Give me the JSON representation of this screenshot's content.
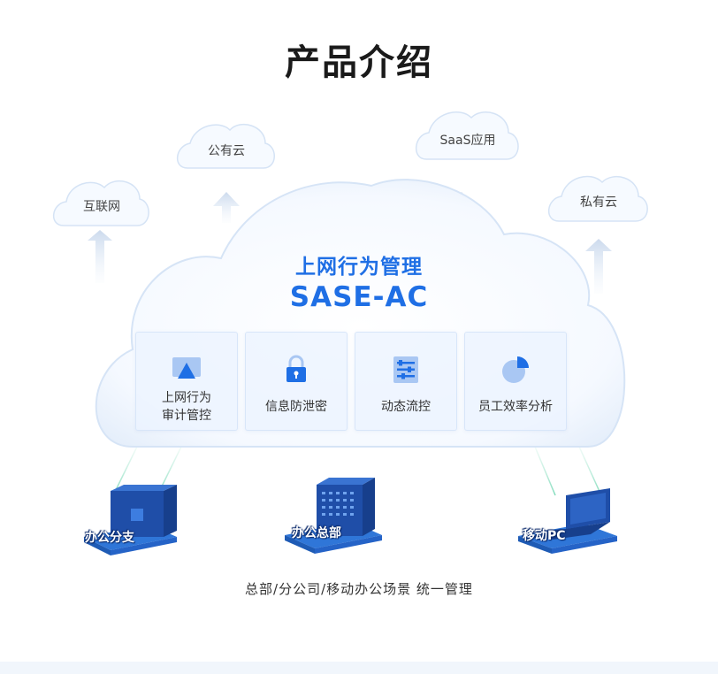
{
  "title": "产品介绍",
  "clouds": {
    "internet": "互联网",
    "public_cloud": "公有云",
    "saas": "SaaS应用",
    "private_cloud": "私有云"
  },
  "main": {
    "title": "上网行为管理",
    "subtitle": "SASE-AC"
  },
  "features": [
    {
      "line1": "上网行为",
      "line2": "审计管控",
      "icon": "monitor-upload-icon"
    },
    {
      "line1": "信息防泄密",
      "icon": "lock-icon"
    },
    {
      "line1": "动态流控",
      "icon": "sliders-icon"
    },
    {
      "line1": "员工效率分析",
      "icon": "pie-chart-icon"
    }
  ],
  "sites": {
    "branch": "办公分支",
    "headquarters": "办公总部",
    "mobile_pc": "移动PC"
  },
  "caption": "总部/分公司/移动办公场景 统一管理",
  "colors": {
    "accent": "#1f6fe5",
    "building_dark": "#1f4ea8",
    "base_blue": "#2f76d8"
  }
}
